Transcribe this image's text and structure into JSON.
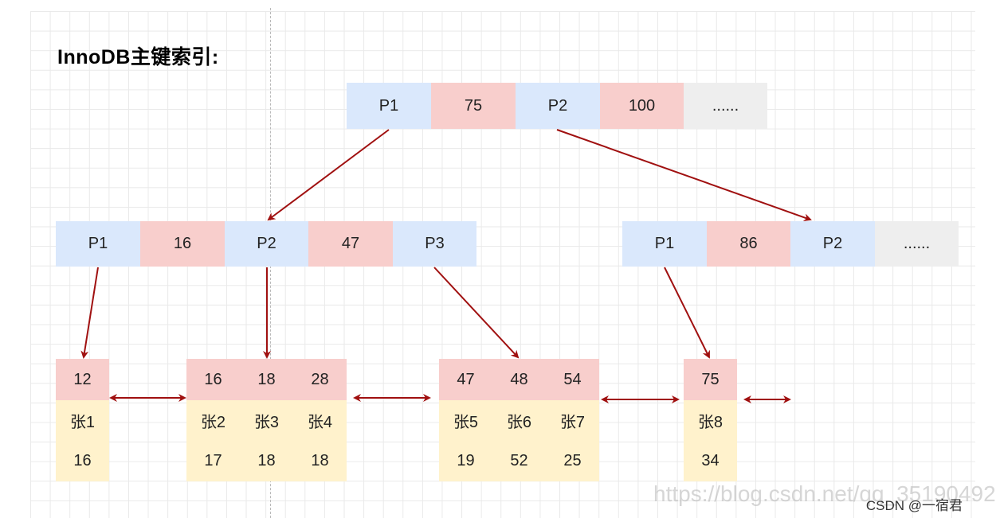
{
  "title": "InnoDB主键索引:",
  "root": {
    "cells": [
      {
        "type": "ptr",
        "text": "P1"
      },
      {
        "type": "key",
        "text": "75"
      },
      {
        "type": "ptr",
        "text": "P2"
      },
      {
        "type": "key",
        "text": "100"
      },
      {
        "type": "more",
        "text": "......"
      }
    ]
  },
  "internal_left": {
    "cells": [
      {
        "type": "ptr",
        "text": "P1"
      },
      {
        "type": "key",
        "text": "16"
      },
      {
        "type": "ptr",
        "text": "P2"
      },
      {
        "type": "key",
        "text": "47"
      },
      {
        "type": "ptr",
        "text": "P3"
      }
    ]
  },
  "internal_right": {
    "cells": [
      {
        "type": "ptr",
        "text": "P1"
      },
      {
        "type": "key",
        "text": "86"
      },
      {
        "type": "ptr",
        "text": "P2"
      },
      {
        "type": "more",
        "text": "......"
      }
    ]
  },
  "leaves": [
    {
      "columns": [
        {
          "key": "12",
          "name": "张1",
          "value": "16"
        }
      ]
    },
    {
      "columns": [
        {
          "key": "16",
          "name": "张2",
          "value": "17"
        },
        {
          "key": "18",
          "name": "张3",
          "value": "18"
        },
        {
          "key": "28",
          "name": "张4",
          "value": "18"
        }
      ]
    },
    {
      "columns": [
        {
          "key": "47",
          "name": "张5",
          "value": "19"
        },
        {
          "key": "48",
          "name": "张6",
          "value": "52"
        },
        {
          "key": "54",
          "name": "张7",
          "value": "25"
        }
      ]
    },
    {
      "columns": [
        {
          "key": "75",
          "name": "张8",
          "value": "34"
        }
      ]
    }
  ],
  "watermark": "https://blog.csdn.net/qq_35190492",
  "credit": "CSDN @一宿君",
  "colors": {
    "pointer": "#dae8fc",
    "key": "#f8cecc",
    "more": "#eeeeee",
    "leaf_data": "#fff2cc",
    "arrow": "#a01010"
  }
}
